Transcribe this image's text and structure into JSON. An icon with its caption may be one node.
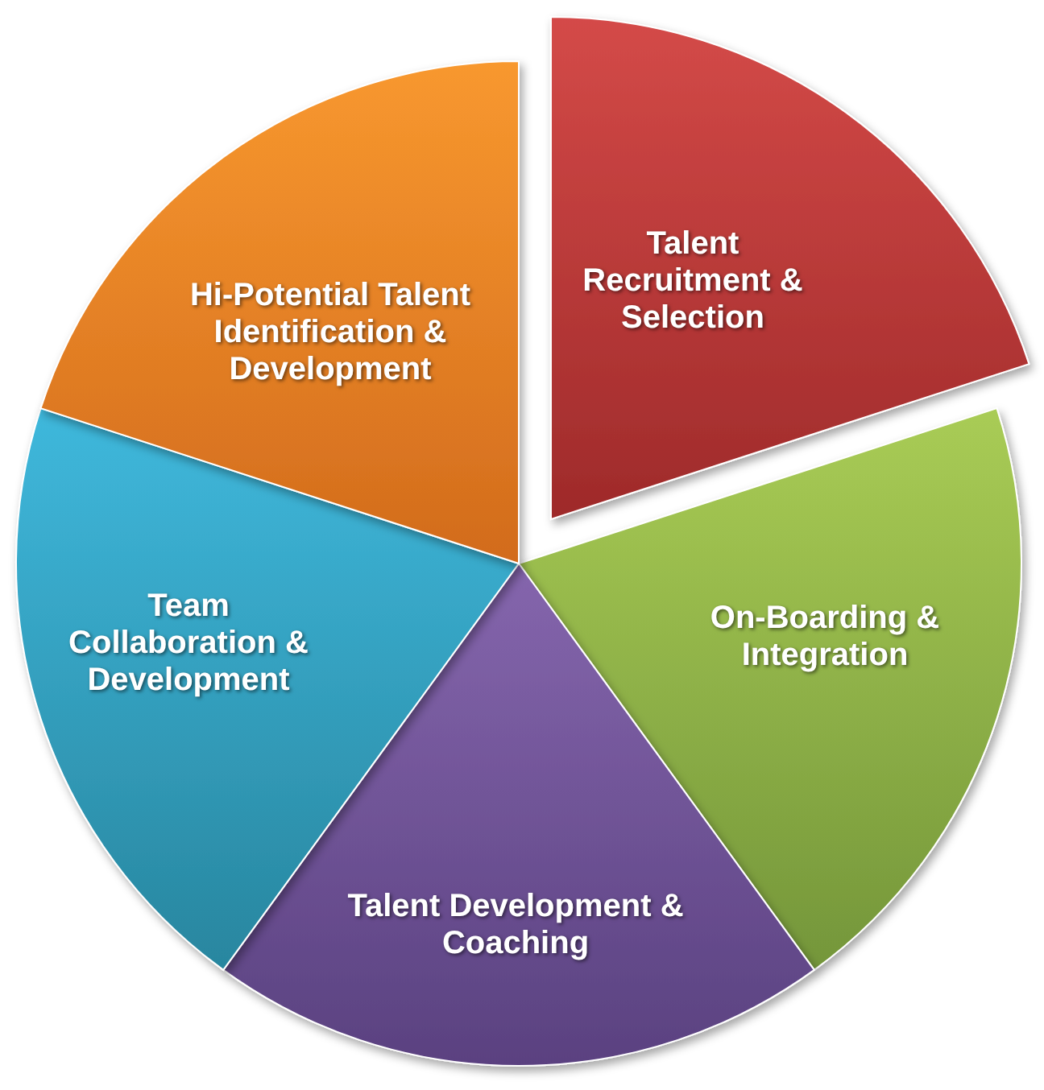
{
  "diagram": {
    "nodes": [
      {
        "text": [
          "Talent Recruitment & Selection"
        ]
      },
      {
        "text": [
          "On-Boarding & Integration"
        ]
      },
      {
        "text": [
          "Talent Development & Coaching"
        ]
      },
      {
        "text": [
          "Team Collaboration & Development"
        ]
      },
      {
        "text": [
          "Hi-Potential Talent Identification & Development"
        ]
      }
    ]
  }
}
